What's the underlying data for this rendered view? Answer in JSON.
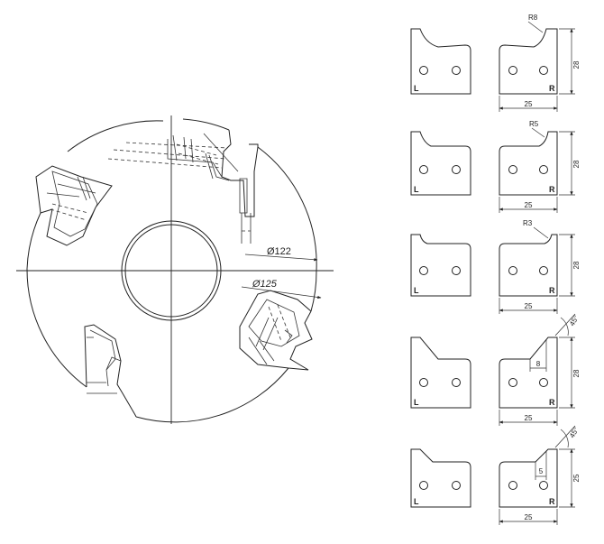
{
  "cutter": {
    "dia_inner_label": "Ø122",
    "dia_outer_label": "Ø125"
  },
  "knives": [
    {
      "radius_label": "R8",
      "height_label": "28",
      "width_label": "25",
      "left_label": "L",
      "right_label": "R"
    },
    {
      "radius_label": "R5",
      "height_label": "28",
      "width_label": "25",
      "left_label": "L",
      "right_label": "R"
    },
    {
      "radius_label": "R3",
      "height_label": "28",
      "width_label": "25",
      "left_label": "L",
      "right_label": "R"
    },
    {
      "angle_label": "45°",
      "step_label": "8",
      "height_label": "28",
      "width_label": "25",
      "left_label": "L",
      "right_label": "R"
    },
    {
      "angle_label": "45°",
      "step_label": "5",
      "height_label": "25",
      "width_label": "25",
      "left_label": "L",
      "right_label": "R"
    }
  ]
}
